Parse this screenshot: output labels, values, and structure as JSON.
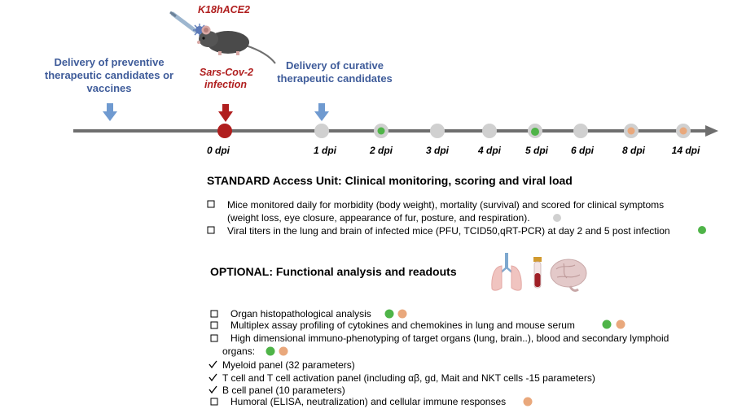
{
  "mouse_label": "K18hACE2",
  "infection_label": [
    "Sars-Cov-2",
    "infection"
  ],
  "preventive_label": [
    "Delivery of preventive",
    "therapeutic candidates or",
    "vaccines"
  ],
  "curative_label": [
    "Delivery of curative",
    "therapeutic  candidates"
  ],
  "timepoints": [
    {
      "label": "0 dpi",
      "marker": "red"
    },
    {
      "label": "1 dpi",
      "marker": "gray"
    },
    {
      "label": "2 dpi",
      "marker": "green"
    },
    {
      "label": "3 dpi",
      "marker": "gray"
    },
    {
      "label": "4 dpi",
      "marker": "gray"
    },
    {
      "label": "5 dpi",
      "marker": "green"
    },
    {
      "label": "6 dpi",
      "marker": "gray"
    },
    {
      "label": "8 dpi",
      "marker": "orange"
    },
    {
      "label": "14 dpi",
      "marker": "orange"
    }
  ],
  "standard_title": "STANDARD Access Unit: Clinical monitoring, scoring and viral load",
  "standard_items": [
    {
      "lines": [
        "Mice monitored daily for morbidity (body weight), mortality (survival) and scored for clinical symptoms",
        "(weight loss, eye closure, appearance of fur, posture, and respiration)."
      ]
    },
    {
      "lines": [
        "Viral titers in the lung and brain of infected mice (PFU, TCID50,qRT-PCR) at day 2 and 5 post infection"
      ]
    }
  ],
  "optional_title": "OPTIONAL: Functional analysis and readouts",
  "optional_items": [
    {
      "bullet": "box",
      "lines": [
        "Organ histopathological analysis"
      ]
    },
    {
      "bullet": "box",
      "lines": [
        "Multiplex assay profiling of cytokines and chemokines in lung and mouse serum"
      ]
    },
    {
      "bullet": "box",
      "lines": [
        "High dimensional immuno-phenotyping of target organs (lung, brain..), blood and secondary lymphoid",
        "organs:"
      ]
    },
    {
      "bullet": "check",
      "lines": [
        "Myeloid panel (32 parameters)"
      ]
    },
    {
      "bullet": "check",
      "lines": [
        "T cell and T cell activation panel (including αβ, gd, Mait and NKT cells -15 parameters)"
      ]
    },
    {
      "bullet": "check",
      "lines": [
        "B cell panel (10 parameters)"
      ]
    },
    {
      "bullet": "box",
      "lines": [
        "Humoral (ELISA, neutralization) and cellular immune responses"
      ]
    }
  ],
  "colors": {
    "axis": "#6E6E6E",
    "blue_text": "#3F5C9A",
    "blue_arrow": "#6F9AD0",
    "red": "#B01E1E",
    "dot_gray": "#D0D0D0",
    "dot_green": "#4FB448",
    "dot_orange": "#E9A87C"
  },
  "icons": [
    "mouse-icon",
    "syringe-icon",
    "virus-icon",
    "lungs-icon",
    "blood-tube-icon",
    "brain-icon"
  ]
}
